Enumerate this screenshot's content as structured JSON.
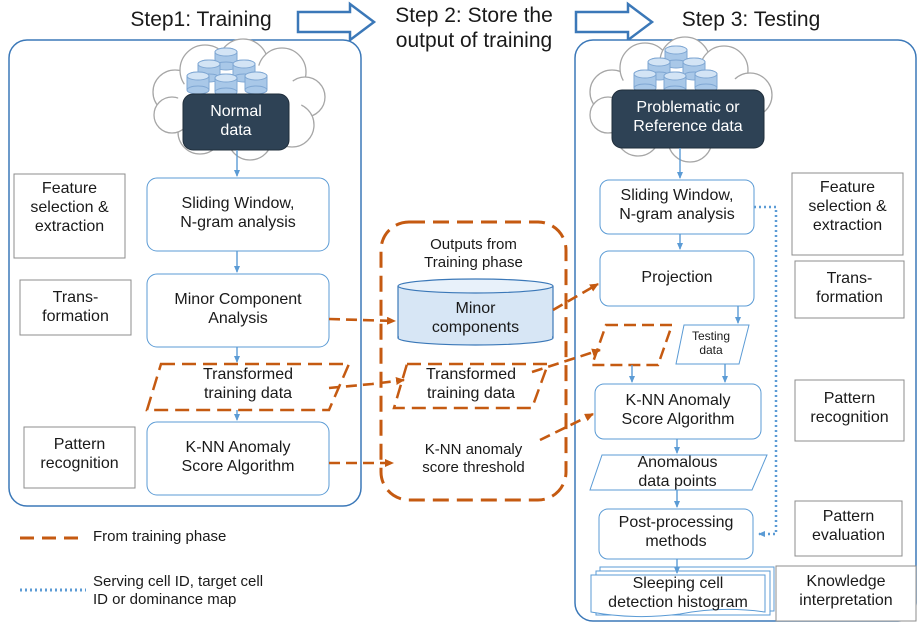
{
  "steps": {
    "step1": "Step1: Training",
    "step2": "Step 2: Store the\noutput of training",
    "step3": "Step 3: Testing"
  },
  "training": {
    "source": "Normal\ndata",
    "sliding_window": "Sliding Window,\nN-gram analysis",
    "mca": "Minor Component\nAnalysis",
    "transformed": "Transformed\ntraining data",
    "knn": "K-NN Anomaly\nScore Algorithm",
    "stages": {
      "feature": "Feature\nselection &\nextraction",
      "transformation": "Trans-\nformation",
      "pattern": "Pattern\nrecognition"
    }
  },
  "outputs": {
    "title": "Outputs from\nTraining phase",
    "minor_components": "Minor\ncomponents",
    "transformed": "Transformed\ntraining data",
    "threshold": "K-NN anomaly\nscore threshold"
  },
  "testing": {
    "source": "Problematic or\nReference data",
    "sliding_window": "Sliding Window,\nN-gram analysis",
    "projection": "Projection",
    "testing_data": "Testing\ndata",
    "knn": "K-NN Anomaly\nScore Algorithm",
    "anomalous": "Anomalous\ndata points",
    "postprocessing": "Post-processing\nmethods",
    "histogram": "Sleeping cell\ndetection histogram",
    "stages": {
      "feature": "Feature\nselection &\nextraction",
      "transformation": "Trans-\nformation",
      "pattern_recognition": "Pattern\nrecognition",
      "pattern_evaluation": "Pattern\nevaluation",
      "knowledge": "Knowledge\ninterpretation"
    }
  },
  "legend": {
    "dashed": "From training phase",
    "dotted": "Serving cell ID, target cell\nID or dominance map"
  },
  "colors": {
    "blue_line": "#3b78b8",
    "light_blue": "#5b9bd5",
    "orange_dash": "#c55a11",
    "dark_box": "#2e4255",
    "db_fill": "#bdd7ee"
  }
}
